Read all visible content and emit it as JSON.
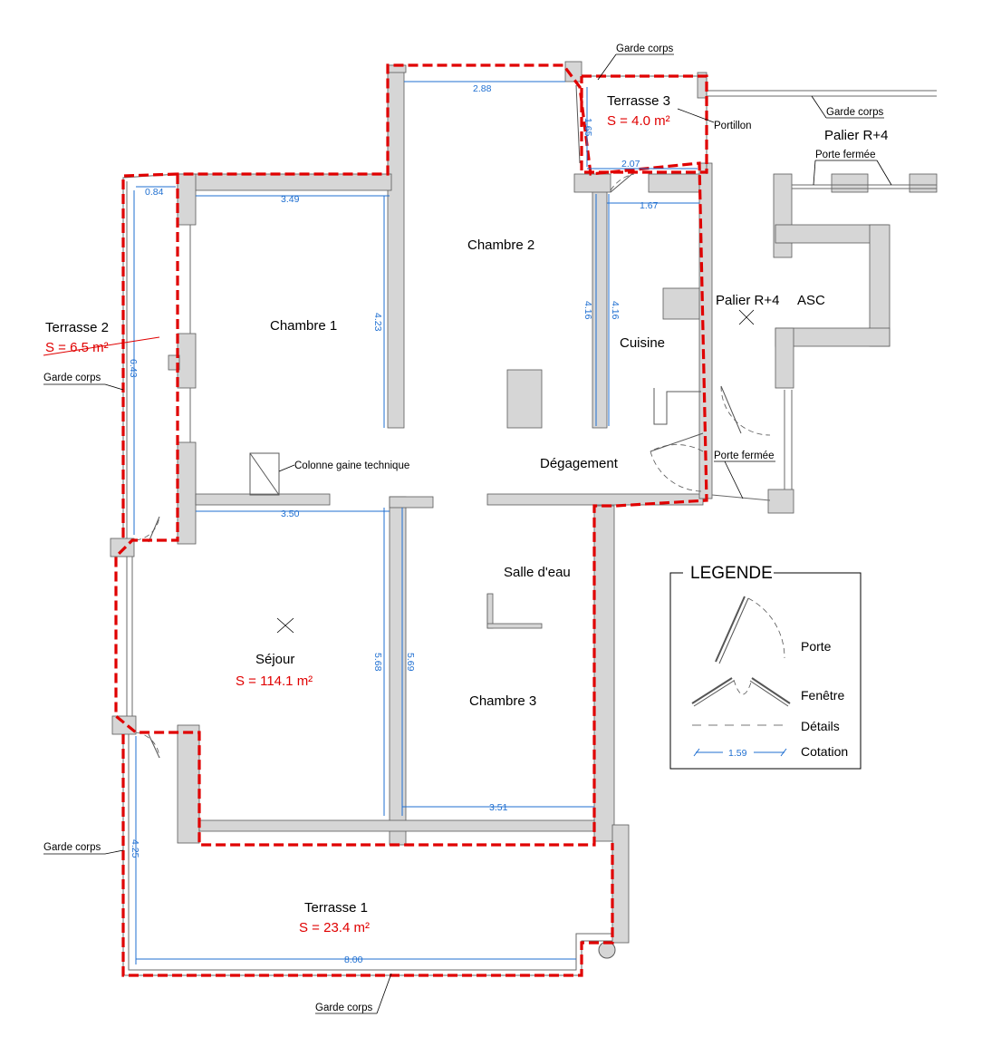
{
  "rooms": {
    "chambre1": "Chambre 1",
    "chambre2": "Chambre 2",
    "chambre3": "Chambre 3",
    "cuisine": "Cuisine",
    "degagement": "Dégagement",
    "salle_eau": "Salle d'eau",
    "sejour": "Séjour",
    "sejour_area": "S = 114.1 m²",
    "terrasse1": "Terrasse 1",
    "terrasse1_area": "S = 23.4 m²",
    "terrasse2": "Terrasse 2",
    "terrasse2_area": "S = 6.5 m²",
    "terrasse3": "Terrasse 3",
    "terrasse3_area": "S = 4.0 m²",
    "palier_top": "Palier R+4",
    "palier_mid": "Palier R+4",
    "asc": "ASC"
  },
  "notes": {
    "garde_corps_t3": "Garde corps",
    "garde_corps_right": "Garde corps",
    "portillon": "Portillon",
    "porte_fermee_top": "Porte fermée",
    "porte_fermee_mid": "Porte fermée",
    "colonne": "Colonne gaine technique",
    "garde_corps_t2": "Garde corps",
    "garde_corps_t1_left": "Garde corps",
    "garde_corps_bottom": "Garde corps"
  },
  "dimensions": {
    "d288": "2.88",
    "d165": "1.65",
    "d207": "2.07",
    "d167": "1.67",
    "d084": "0.84",
    "d349": "3.49",
    "d423": "4.23",
    "d416a": "4.16",
    "d416b": "4.16",
    "d643": "6.43",
    "d350": "3.50",
    "d568": "5.68",
    "d569": "5.69",
    "d351": "3.51",
    "d425": "4.25",
    "d800": "8.00"
  },
  "legend": {
    "title": "LEGENDE",
    "porte": "Porte",
    "fenetre": "Fenêtre",
    "details": "Détails",
    "cotation": "Cotation",
    "sample_dim": "1.59"
  },
  "colors": {
    "wall": "#d6d6d6",
    "perimeter": "#e00000",
    "dimension": "#1f6fd1"
  }
}
